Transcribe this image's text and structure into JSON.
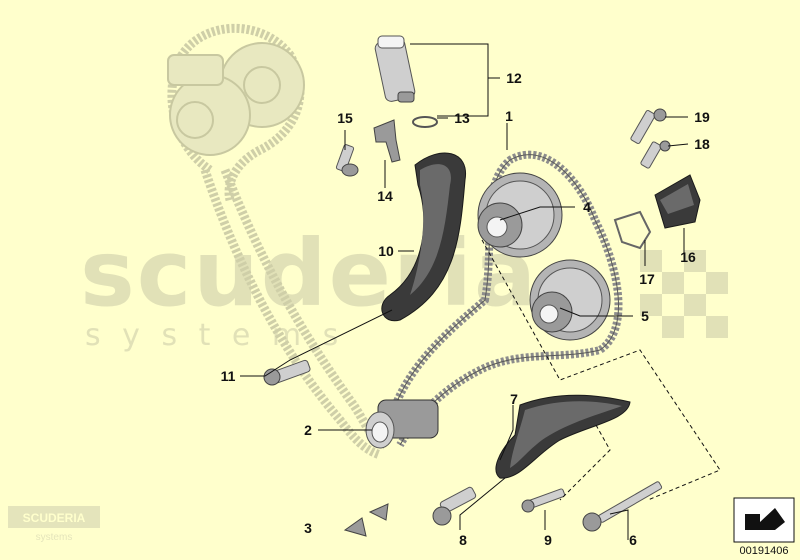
{
  "watermark": {
    "brand": "scuderia",
    "sub": "s y s t e m s",
    "logo_text": "SCUDERIA",
    "logo_sub": "systems"
  },
  "diagram_id": "00191406",
  "callouts": {
    "c1": "1",
    "c2": "2",
    "c3": "3",
    "c4": "4",
    "c5": "5",
    "c6": "6",
    "c7": "7",
    "c8": "8",
    "c9": "9",
    "c10": "10",
    "c11": "11",
    "c12": "12",
    "c13": "13",
    "c14": "14",
    "c15": "15",
    "c16": "16",
    "c17": "17",
    "c18": "18",
    "c19": "19"
  },
  "colors": {
    "background": "#ffffcc",
    "ghost_parts": "#e8e8c0",
    "watermark": "#c9c9a6"
  }
}
